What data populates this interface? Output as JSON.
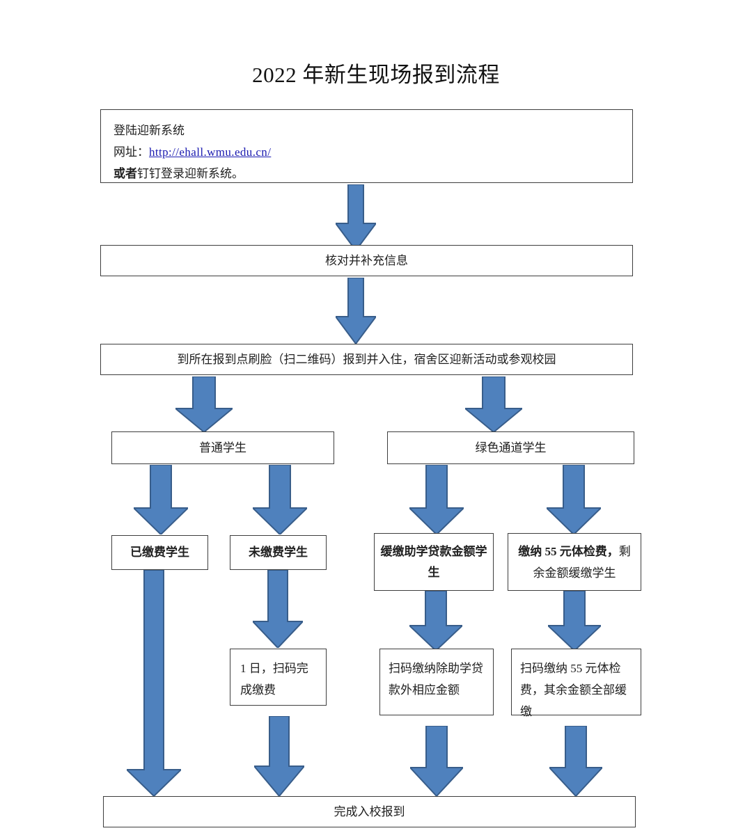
{
  "document": {
    "title": "2022 年新生现场报到流程",
    "type": "flowchart",
    "background_color": "#ffffff"
  },
  "theme": {
    "arrow_fill": "#4f81bd",
    "arrow_stroke": "#385d8a",
    "box_border": "#3d3d3d",
    "box_fill": "#ffffff",
    "text_color": "#202020",
    "link_color": "#1a1ab0"
  },
  "nodes": {
    "login": {
      "line1": "登陆迎新系统",
      "line2_label": "网址：",
      "line2_url": "http://ehall.wmu.edu.cn/",
      "line3_bold": "或者",
      "line3_rest": "钉钉登录迎新系统。"
    },
    "verify_info": {
      "text": "核对并补充信息"
    },
    "checkin": {
      "text": "到所在报到点刷脸（扫二维码）报到并入住，宿舍区迎新活动或参观校园"
    },
    "normal_student": {
      "text": "普通学生"
    },
    "green_channel_student": {
      "text": "绿色通道学生"
    },
    "paid_student": {
      "text": "已缴费学生"
    },
    "unpaid_student": {
      "text": "未缴费学生"
    },
    "loan_deferred_student": {
      "text": "缓缴助学贷款金额学生"
    },
    "pay55_student": {
      "bold_part": "缴纳 55 元体检费，",
      "rest_part": "剩余金额缓缴学生"
    },
    "pay_by_day1": {
      "text": "1 日，扫码完成缴费"
    },
    "scan_pay_except_loan": {
      "text": "扫码缴纳除助学贷款外相应金额"
    },
    "scan_pay_55": {
      "text": "扫码缴纳 55 元体检费，其余金额全部缓缴"
    },
    "finish": {
      "text": "完成入校报到"
    }
  },
  "edges": [
    {
      "name": "login-to-verify",
      "from": "login",
      "to": "verify_info",
      "style": "block-arrow-down"
    },
    {
      "name": "verify-to-checkin",
      "from": "verify_info",
      "to": "checkin",
      "style": "block-arrow-down"
    },
    {
      "name": "checkin-to-normal",
      "from": "checkin",
      "to": "normal_student",
      "style": "block-arrow-down"
    },
    {
      "name": "checkin-to-green",
      "from": "checkin",
      "to": "green_channel_student",
      "style": "block-arrow-down"
    },
    {
      "name": "normal-to-paid",
      "from": "normal_student",
      "to": "paid_student",
      "style": "block-arrow-down"
    },
    {
      "name": "normal-to-unpaid",
      "from": "normal_student",
      "to": "unpaid_student",
      "style": "block-arrow-down"
    },
    {
      "name": "green-to-loan",
      "from": "green_channel_student",
      "to": "loan_deferred_student",
      "style": "block-arrow-down"
    },
    {
      "name": "green-to-pay55",
      "from": "green_channel_student",
      "to": "pay55_student",
      "style": "block-arrow-down"
    },
    {
      "name": "paid-to-finish",
      "from": "paid_student",
      "to": "finish",
      "style": "long-block-arrow-down"
    },
    {
      "name": "unpaid-to-pay-day1",
      "from": "unpaid_student",
      "to": "pay_by_day1",
      "style": "block-arrow-down"
    },
    {
      "name": "loan-to-scanpay",
      "from": "loan_deferred_student",
      "to": "scan_pay_except_loan",
      "style": "block-arrow-down"
    },
    {
      "name": "pay55-to-scan55",
      "from": "pay55_student",
      "to": "scan_pay_55",
      "style": "block-arrow-down"
    },
    {
      "name": "pay-day1-to-finish",
      "from": "pay_by_day1",
      "to": "finish",
      "style": "block-arrow-down"
    },
    {
      "name": "scanpay-to-finish",
      "from": "scan_pay_except_loan",
      "to": "finish",
      "style": "block-arrow-down"
    },
    {
      "name": "scan55-to-finish",
      "from": "scan_pay_55",
      "to": "finish",
      "style": "block-arrow-down"
    }
  ]
}
